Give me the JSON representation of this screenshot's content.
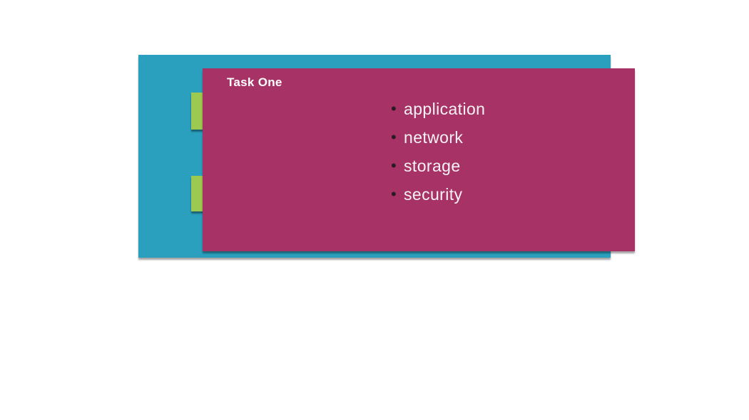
{
  "slide": {
    "title": "Task One",
    "bullets": [
      "application",
      "network",
      "storage",
      "security"
    ],
    "bullet_glyph": "•",
    "colors": {
      "background": "#ffffff",
      "teal_panel": "#2aa0be",
      "magenta_panel": "#a73366",
      "green_accent": "#9cc94f",
      "title_text": "#ffffff",
      "bullet_text": "#f7f2f4",
      "bullet_marker": "#2a1a23"
    }
  }
}
